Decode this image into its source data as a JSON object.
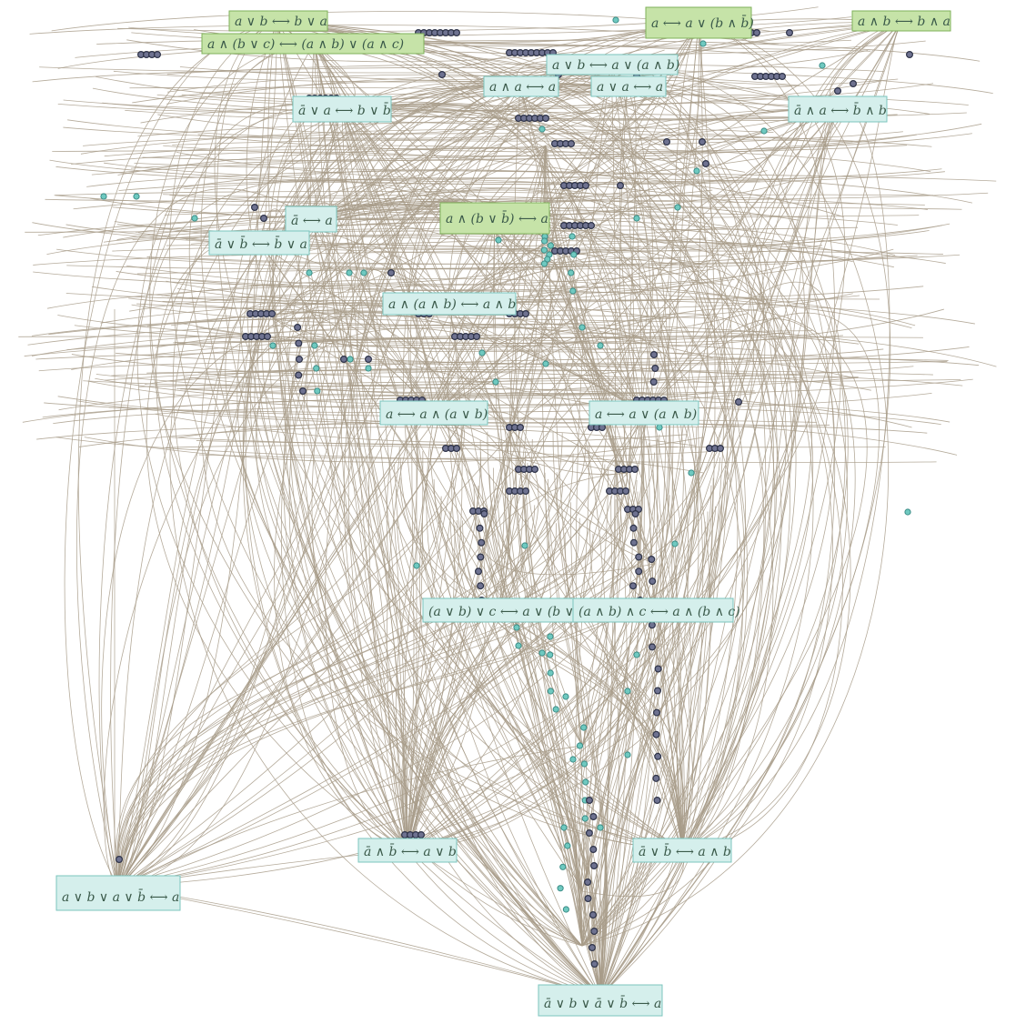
{
  "palette": {
    "edge": "#a89c8a",
    "axiom_fill": "#c6e3a8",
    "theorem_fill": "#d5efec",
    "node_dark": "#6e7290",
    "node_teal": "#6fc9c0",
    "text": "#3b5a4a"
  },
  "axioms": [
    {
      "id": "ax-commutative-or",
      "label": "a ∨ b ⟷ b ∨ a"
    },
    {
      "id": "ax-absorb",
      "label": "a ⟷ a ∨ (b ∧ b̄)"
    },
    {
      "id": "ax-commutative-and",
      "label": "a ∧ b ⟷ b ∧ a"
    },
    {
      "id": "ax-distributive",
      "label": "a ∧ (b ∨ c) ⟷ (a ∧ b) ∨ (a ∧ c)"
    },
    {
      "id": "ax-complement",
      "label": "a ∧ (b ∨ b̄) ⟷ a"
    }
  ],
  "theorems": [
    {
      "id": "th-or-absorb-and",
      "label": "a ∨ b ⟷ a ∨ (a ∧ b)"
    },
    {
      "id": "th-and-idem",
      "label": "a ∧ a ⟷ a"
    },
    {
      "id": "th-or-idem",
      "label": "a ∨ a ⟷ a"
    },
    {
      "id": "th-neg-or",
      "label": "ā ∨ a ⟷ b ∨ b̄"
    },
    {
      "id": "th-neg-and",
      "label": "ā ∧ a ⟷ b̄ ∧ b"
    },
    {
      "id": "th-double-neg",
      "label": "ā̄ ⟷ a"
    },
    {
      "id": "th-neg-or-neg",
      "label": "ā ∨ b̄ ⟷ b̄ ∨ a"
    },
    {
      "id": "th-and-assoc-absorb",
      "label": "a ∧ (a ∧ b) ⟷ a ∧ b"
    },
    {
      "id": "th-absorb-and-or",
      "label": "a ⟷ a ∧ (a ∨ b)"
    },
    {
      "id": "th-absorb-or-and",
      "label": "a ⟷ a ∨ (a ∧ b)"
    },
    {
      "id": "th-assoc-or",
      "label": "(a ∨ b) ∨ c ⟷ a ∨ (b ∨ c)"
    },
    {
      "id": "th-assoc-and",
      "label": "(a ∧ b) ∧ c ⟷ a ∧ (b ∧ c)"
    },
    {
      "id": "th-demorgan-1",
      "label": "ā ∧ b̄ ⟷ a ∨ b"
    },
    {
      "id": "th-demorgan-2",
      "label": "ā ∨ b̄ ⟷ a ∧ b"
    },
    {
      "id": "th-robbins-left",
      "label": "a ∨ b ∨ a ∨ b̄ ⟷ a"
    },
    {
      "id": "th-robbins-bottom",
      "label": "ā ∨ b ∨ ā ∨ b̄ ⟷ a"
    }
  ]
}
